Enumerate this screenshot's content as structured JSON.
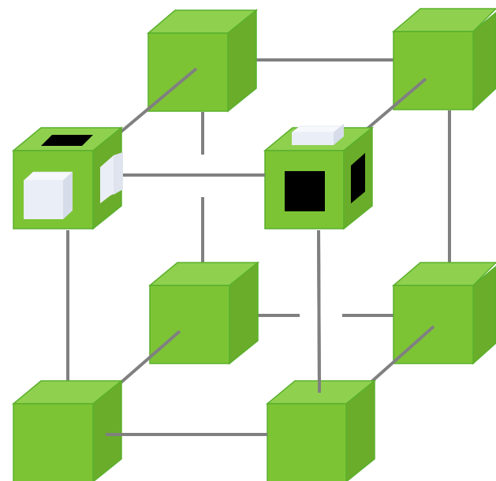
{
  "diagram": {
    "colors": {
      "cube_front": "#7dc435",
      "cube_top": "#8fd14f",
      "cube_side": "#6aad2a",
      "cube_edge": "#5ab02c",
      "connector": "#808080",
      "black_marker": "#000000",
      "white_marker_front": "#eaeef6",
      "white_marker_top": "#f6f8fc",
      "white_marker_side": "#d7dcea"
    },
    "cubes": [
      {
        "id": "back-top-left",
        "layer": "back",
        "markers": []
      },
      {
        "id": "back-top-right",
        "layer": "back",
        "markers": []
      },
      {
        "id": "back-bottom-left",
        "layer": "back",
        "markers": []
      },
      {
        "id": "back-bottom-right",
        "layer": "back",
        "markers": []
      },
      {
        "id": "front-top-left",
        "layer": "front",
        "markers": [
          "black-top",
          "white-front",
          "white-right"
        ]
      },
      {
        "id": "front-top-right",
        "layer": "front",
        "markers": [
          "white-top",
          "black-front",
          "black-right"
        ]
      },
      {
        "id": "front-bottom-left",
        "layer": "front",
        "markers": []
      },
      {
        "id": "front-bottom-right",
        "layer": "front",
        "markers": []
      }
    ]
  }
}
